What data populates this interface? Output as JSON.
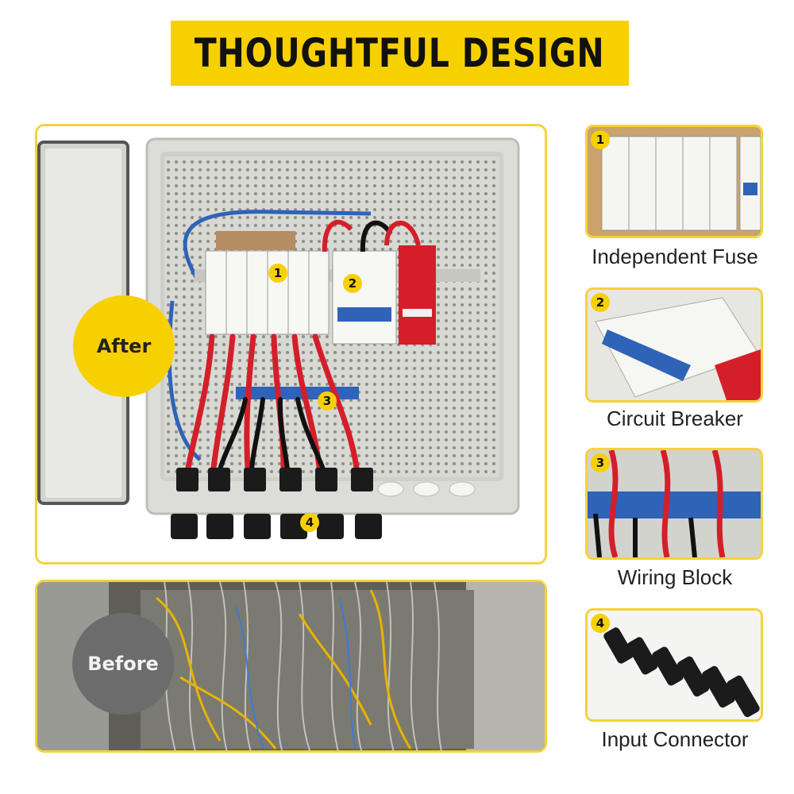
{
  "title": "THOUGHTFUL DESIGN",
  "after_label": "After",
  "before_label": "Before",
  "callouts": [
    {
      "number": "1",
      "label": "Independent Fuse"
    },
    {
      "number": "2",
      "label": "Circuit Breaker"
    },
    {
      "number": "3",
      "label": "Wiring Block"
    },
    {
      "number": "4",
      "label": "Input Connector"
    }
  ],
  "colors": {
    "accent_yellow": "#f7d000",
    "frame_yellow": "#f5d23a",
    "wire_red": "#d41f2a",
    "wire_blue": "#2f63b8",
    "enclosure_gray": "#dcdcd8"
  }
}
